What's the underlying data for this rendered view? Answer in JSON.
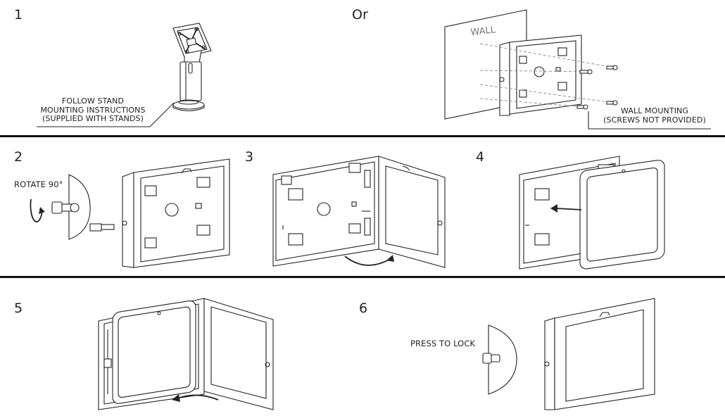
{
  "steps": [
    {
      "number": "1"
    },
    {
      "number": "Or"
    },
    {
      "number": "2"
    },
    {
      "number": "3"
    },
    {
      "number": "4"
    },
    {
      "number": "5"
    },
    {
      "number": "6"
    }
  ],
  "labels": {
    "stand_instructions": [
      "FOLLOW STAND",
      "MOUNTING INSTRUCTIONS",
      "(SUPPLIED WITH STANDS)"
    ],
    "wall": "WALL",
    "wall_mounting": [
      "WALL MOUNTING",
      "(SCREWS NOT PROVIDED)"
    ],
    "rotate": "ROTATE 90°",
    "press_to_lock": "PRESS TO LOCK"
  },
  "icons": [
    "stand-icon",
    "wall-panel-icon",
    "screw-icon",
    "key-icon",
    "rotate-arrow-icon",
    "enclosure-icon",
    "tablet-icon",
    "swing-arrow-icon",
    "insert-arrow-icon",
    "lock-icon"
  ]
}
